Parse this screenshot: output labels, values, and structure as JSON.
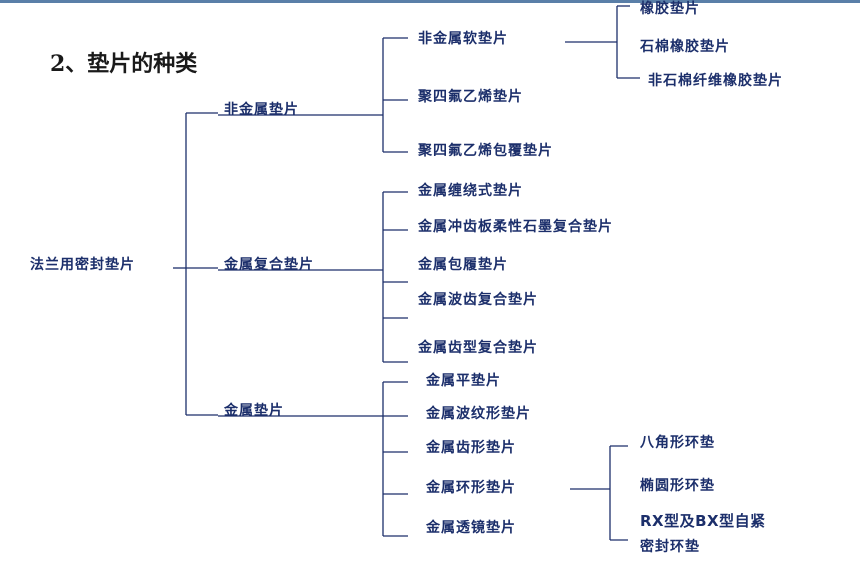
{
  "title": "2、垫片的种类",
  "root": "法兰用密封垫片",
  "level1": [
    "非金属垫片",
    "金属复合垫片",
    "金属垫片"
  ],
  "nonmetal": [
    "非金属软垫片",
    "聚四氟乙烯垫片",
    "聚四氟乙烯包覆垫片"
  ],
  "soft": [
    "橡胶垫片",
    "石棉橡胶垫片",
    "非石棉纤维橡胶垫片"
  ],
  "composite": [
    "金属缠绕式垫片",
    "金属冲齿板柔性石墨复合垫片",
    "金属包履垫片",
    "金属波齿复合垫片",
    "金属齿型复合垫片"
  ],
  "metal": [
    "金属平垫片",
    "金属波纹形垫片",
    "金属齿形垫片",
    "金属环形垫片",
    "金属透镜垫片"
  ],
  "ring": [
    "八角形环垫",
    "椭圆形环垫",
    "RX型及BX型自紧",
    "密封环垫"
  ]
}
